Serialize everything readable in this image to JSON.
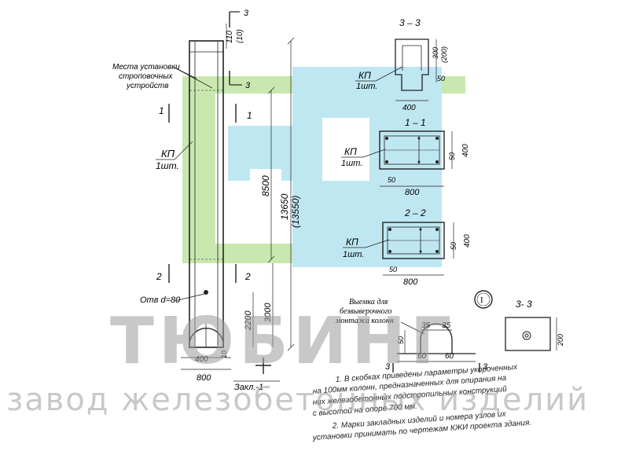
{
  "labels": {
    "lifting_places": [
      "Места установки",
      "строповочных",
      "устройств"
    ],
    "kp_main": [
      "КП",
      "1шт."
    ],
    "kp_33": [
      "КП",
      "1шт."
    ],
    "kp_11": [
      "КП",
      "1шт."
    ],
    "kp_22": [
      "КП",
      "1шт."
    ],
    "hole": "Отв d=80",
    "recess": [
      "Выемка для",
      "безвыверочного",
      "монтажа колонн"
    ],
    "embedded": "Закл.-1",
    "circle_mark": "I"
  },
  "sections": {
    "s33_top": "3 – 3",
    "s11": "1 – 1",
    "s22": "2 – 2",
    "s33_small": "3- 3",
    "cut_mark_3": "3",
    "cut_mark_1": "1",
    "cut_mark_2": "2"
  },
  "dims": {
    "top_110": "110",
    "top_10": "(10)",
    "d_8500": "8500",
    "d_13650": "13650",
    "d_13550": "(13550)",
    "d_2200": "2200",
    "d_3000": "3000",
    "d_400_bot": "400",
    "d_800_bot": "800",
    "d_10": "10",
    "s33_400": "400",
    "s33_300": "300",
    "s33_200": "(200)",
    "s33_50": "50",
    "s11_800": "800",
    "s11_400": "400",
    "s11_50a": "50",
    "s11_50b": "50",
    "s22_800": "800",
    "s22_400": "400",
    "s22_50a": "50",
    "s22_50b": "50",
    "rec_35a": "35",
    "rec_35b": "35",
    "rec_60a": "60",
    "rec_60b": "60",
    "rec_50": "50",
    "sm_200": "200"
  },
  "notes": [
    "1. В скобках приведены параметры укороченных",
    "на 100мм колонн, предназначенных для опирания на",
    "них железобетонных подстропильных конструкций",
    "с высотой на опоре 700 мм.",
    "2. Марки закладных изделий и номера узлов их",
    "установки принимать по чертежам КЖИ проекта здания."
  ],
  "watermark": {
    "brand": "ТЮБИНГ",
    "subtitle": "завод железобетонных изделий",
    "green": "#c9e8b0",
    "cyan": "#bfe7f2"
  }
}
